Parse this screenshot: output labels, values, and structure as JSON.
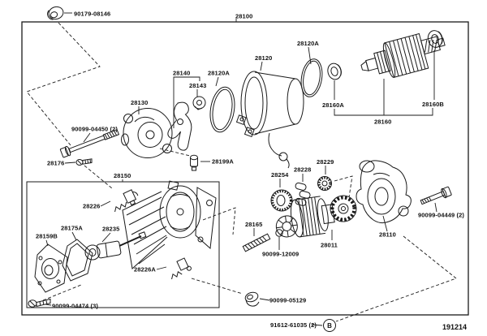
{
  "diagram": {
    "figure_code": "191214",
    "callout_b": "B",
    "parts": {
      "nut": "90179-08146",
      "assembly": "28100",
      "o_ring_front": "28120A",
      "magnet_switch": "28120",
      "o_ring_rear": "28120A",
      "drive_lever_set": "28140",
      "lever_pivot": "28143",
      "switch_cover": "28130",
      "front_bearing": "28160A",
      "armature": "28160",
      "rear_bearing": "28160B",
      "through_bolt": "90099-04450 (2)",
      "bleed_screw": "28176",
      "terminal_kit": "28199A",
      "yoke_assy": "28150",
      "idler_gear": "28254",
      "roller_set": "28228",
      "retainer": "28229",
      "drive_housing": "28110",
      "housing_bolt": "90099-04449 (2)",
      "stud_bolt": "28165",
      "steel_ball": "90099-12009",
      "clutch_assy": "28011",
      "brush": "28226",
      "brush_holder": "28235",
      "gasket": "28175A",
      "end_frame": "28159B",
      "brush_2": "28226A",
      "end_frame_screw": "90099-04474 (3)",
      "plug": "90099-05129",
      "terminal_nut": "91612-61035 (2)"
    }
  }
}
